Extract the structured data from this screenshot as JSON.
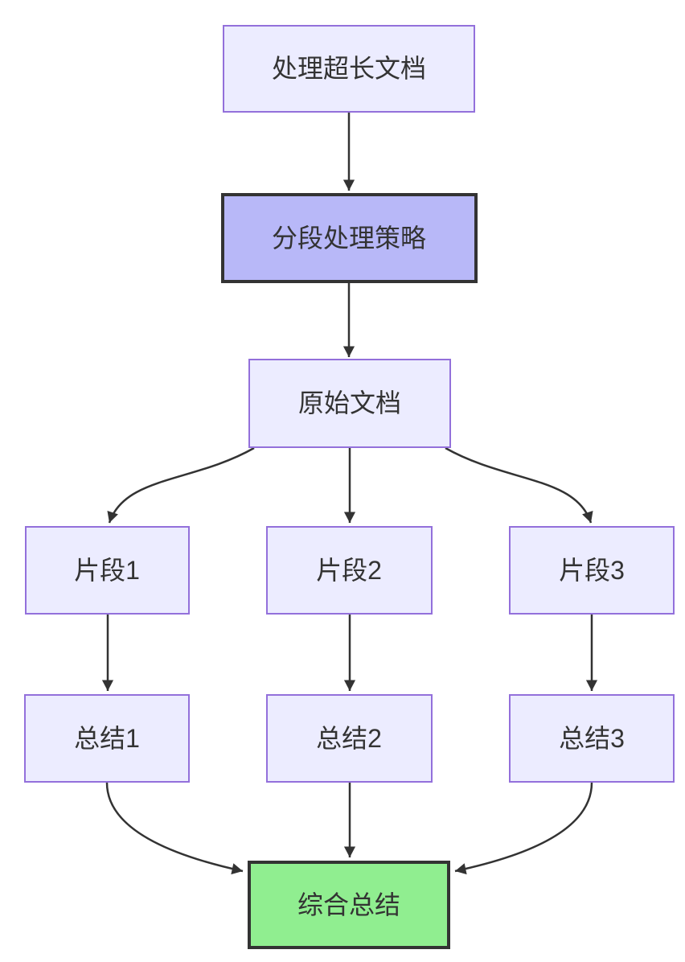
{
  "diagram": {
    "type": "flowchart",
    "direction": "top-down",
    "nodes": [
      {
        "id": "start",
        "label": "处理超长文档",
        "style": "default"
      },
      {
        "id": "strategy",
        "label": "分段处理策略",
        "style": "highlight"
      },
      {
        "id": "doc",
        "label": "原始文档",
        "style": "default"
      },
      {
        "id": "chunk1",
        "label": "片段1",
        "style": "default"
      },
      {
        "id": "chunk2",
        "label": "片段2",
        "style": "default"
      },
      {
        "id": "chunk3",
        "label": "片段3",
        "style": "default"
      },
      {
        "id": "summary1",
        "label": "总结1",
        "style": "default"
      },
      {
        "id": "summary2",
        "label": "总结2",
        "style": "default"
      },
      {
        "id": "summary3",
        "label": "总结3",
        "style": "default"
      },
      {
        "id": "final",
        "label": "综合总结",
        "style": "result"
      }
    ],
    "edges": [
      {
        "from": "start",
        "to": "strategy"
      },
      {
        "from": "strategy",
        "to": "doc"
      },
      {
        "from": "doc",
        "to": "chunk1"
      },
      {
        "from": "doc",
        "to": "chunk2"
      },
      {
        "from": "doc",
        "to": "chunk3"
      },
      {
        "from": "chunk1",
        "to": "summary1"
      },
      {
        "from": "chunk2",
        "to": "summary2"
      },
      {
        "from": "chunk3",
        "to": "summary3"
      },
      {
        "from": "summary1",
        "to": "final"
      },
      {
        "from": "summary2",
        "to": "final"
      },
      {
        "from": "summary3",
        "to": "final"
      }
    ],
    "colors": {
      "background": "#ffffff",
      "node_fill": "#ECECFF",
      "node_stroke": "#9370DB",
      "highlight_fill": "#b8b8f8",
      "highlight_stroke": "#333333",
      "result_fill": "#90EE90",
      "result_stroke": "#333333",
      "edge": "#333333",
      "text": "#333333"
    }
  }
}
